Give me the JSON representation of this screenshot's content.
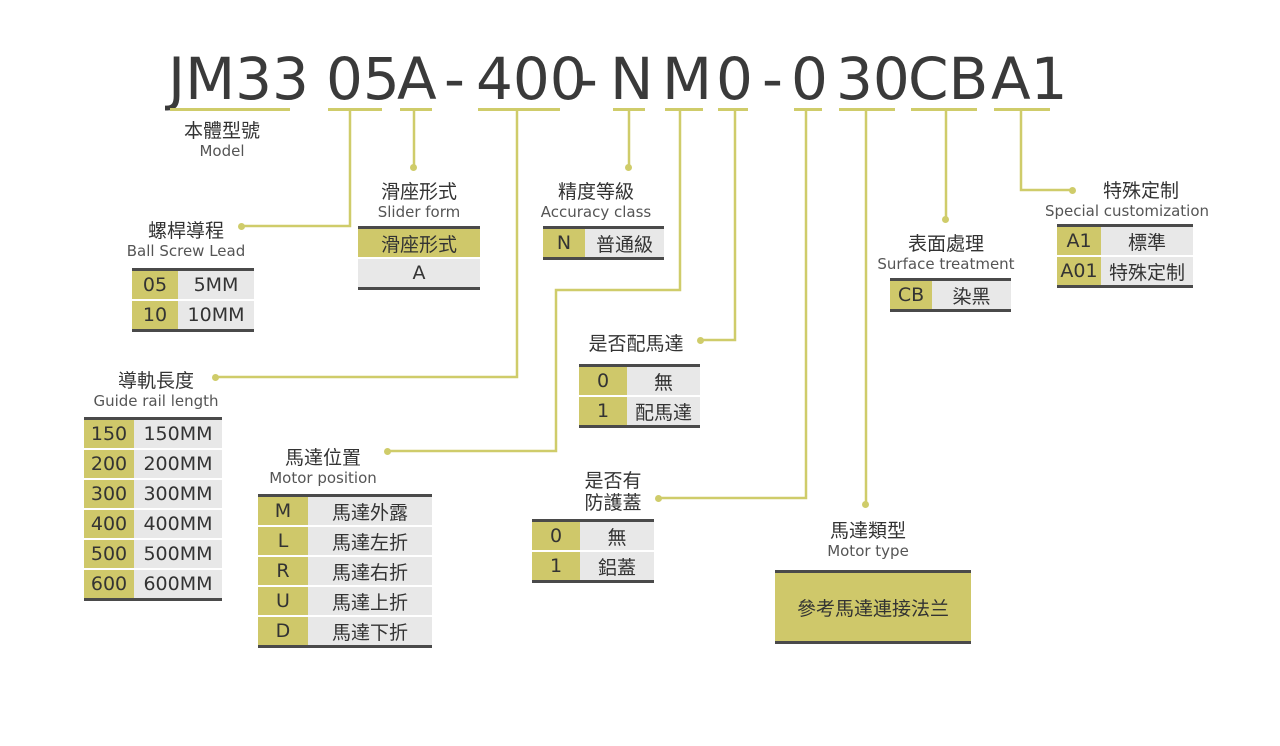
{
  "code": {
    "model": "JM33",
    "lead": "05",
    "slider": "A",
    "dash1": "-",
    "rail": "400",
    "dash2": "-",
    "accuracy": "N",
    "motor_pos": "M",
    "motor_yn": "0",
    "dash3": "-",
    "cover": "0",
    "motor_type": "30",
    "surface": "CB",
    "special": "A1"
  },
  "model": {
    "zh": "本體型號",
    "en": "Model"
  },
  "lead": {
    "zh": "螺桿導程",
    "en": "Ball Screw Lead",
    "rows": [
      [
        "05",
        "5MM"
      ],
      [
        "10",
        "10MM"
      ]
    ]
  },
  "slider": {
    "zh": "滑座形式",
    "en": "Slider form",
    "header": "滑座形式",
    "value": "A"
  },
  "rail": {
    "zh": "導軌長度",
    "en": "Guide rail length",
    "rows": [
      [
        "150",
        "150MM"
      ],
      [
        "200",
        "200MM"
      ],
      [
        "300",
        "300MM"
      ],
      [
        "400",
        "400MM"
      ],
      [
        "500",
        "500MM"
      ],
      [
        "600",
        "600MM"
      ]
    ]
  },
  "accuracy": {
    "zh": "精度等級",
    "en": "Accuracy class",
    "rows": [
      [
        "N",
        "普通級"
      ]
    ]
  },
  "motor_pos": {
    "zh": "馬達位置",
    "en": "Motor position",
    "rows": [
      [
        "M",
        "馬達外露"
      ],
      [
        "L",
        "馬達左折"
      ],
      [
        "R",
        "馬達右折"
      ],
      [
        "U",
        "馬達上折"
      ],
      [
        "D",
        "馬達下折"
      ]
    ]
  },
  "motor_yn": {
    "zh": "是否配馬達",
    "rows": [
      [
        "0",
        "無"
      ],
      [
        "1",
        "配馬達"
      ]
    ]
  },
  "cover": {
    "zh1": "是否有",
    "zh2": "防護蓋",
    "rows": [
      [
        "0",
        "無"
      ],
      [
        "1",
        "鋁蓋"
      ]
    ]
  },
  "motor_type": {
    "zh": "馬達類型",
    "en": "Motor type",
    "value": "參考馬達連接法兰"
  },
  "surface": {
    "zh": "表面處理",
    "en": "Surface treatment",
    "rows": [
      [
        "CB",
        "染黑"
      ]
    ]
  },
  "special": {
    "zh": "特殊定制",
    "en": "Special customization",
    "rows": [
      [
        "A1",
        "標準"
      ],
      [
        "A01",
        "特殊定制"
      ]
    ]
  },
  "colors": {
    "accent": "#cfc86a",
    "cell": "#e8e8e8",
    "rule": "#4a4a4a"
  }
}
